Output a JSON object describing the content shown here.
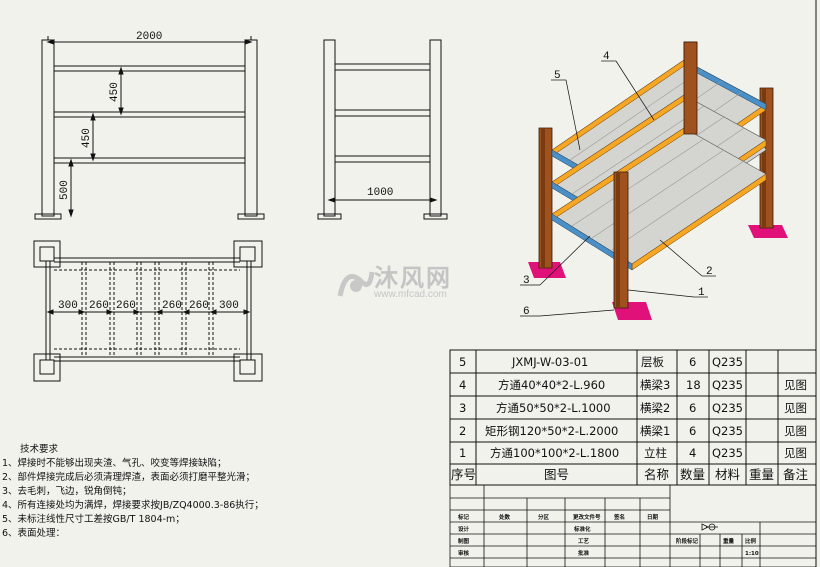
{
  "front_view": {
    "dim_width": "2000",
    "dim_spacing_top": "450",
    "dim_spacing_mid": "450",
    "dim_bottom": "500"
  },
  "side_view": {
    "dim_depth": "1000"
  },
  "top_view": {
    "spacings": [
      "300",
      "260",
      "260",
      "260",
      "260",
      "300"
    ]
  },
  "iso_callouts": [
    "5",
    "4",
    "3",
    "2",
    "1",
    "6"
  ],
  "watermark": {
    "text": "沐风网",
    "url": "www.mfcad.com"
  },
  "technical_requirements": {
    "title": "技术要求",
    "items": [
      "1、焊接时不能够出现夹渣、气孔、咬变等焊接缺陷；",
      "2、部件焊接完成后必须清理焊渣，表面必须打磨平整光滑；",
      "3、去毛刺，飞边，锐角倒钝；",
      "4、所有连接处均为满焊，焊接要求按JB/ZQ4000.3-86执行；",
      "5、未标注线性尺寸工差按GB/T 1804-m；",
      "6、表面处理："
    ]
  },
  "bom": {
    "headers": [
      "序号",
      "图号",
      "名称",
      "数量",
      "材料",
      "重量",
      "备注"
    ],
    "rows": [
      {
        "no": "5",
        "spec": "JXMJ-W-03-01",
        "name": "层板",
        "qty": "6",
        "material": "Q235",
        "weight": "",
        "remark": ""
      },
      {
        "no": "4",
        "spec": "方通40*40*2-L.960",
        "name": "横梁3",
        "qty": "18",
        "material": "Q235",
        "weight": "",
        "remark": "见图"
      },
      {
        "no": "3",
        "spec": "方通50*50*2-L.1000",
        "name": "横梁2",
        "qty": "6",
        "material": "Q235",
        "weight": "",
        "remark": "见图"
      },
      {
        "no": "2",
        "spec": "矩形钢120*50*2-L.2000",
        "name": "横梁1",
        "qty": "6",
        "material": "Q235",
        "weight": "",
        "remark": "见图"
      },
      {
        "no": "1",
        "spec": "方通100*100*2-L.1800",
        "name": "立柱",
        "qty": "4",
        "material": "Q235",
        "weight": "",
        "remark": "见图"
      }
    ]
  },
  "title_block": {
    "cells": [
      "标记",
      "处数",
      "分区",
      "更改文件号",
      "签名",
      "日期",
      "设计",
      "标准化",
      "制图",
      "工艺",
      "审核",
      "批准",
      "阶段标记",
      "重量",
      "比例",
      "1:10"
    ]
  },
  "colors": {
    "wood": "#a0521e",
    "orange_beam": "#f5a623",
    "blue_beam": "#4a90c8",
    "shelf": "#d4d4d0",
    "foot_pad": "#e0127a"
  }
}
